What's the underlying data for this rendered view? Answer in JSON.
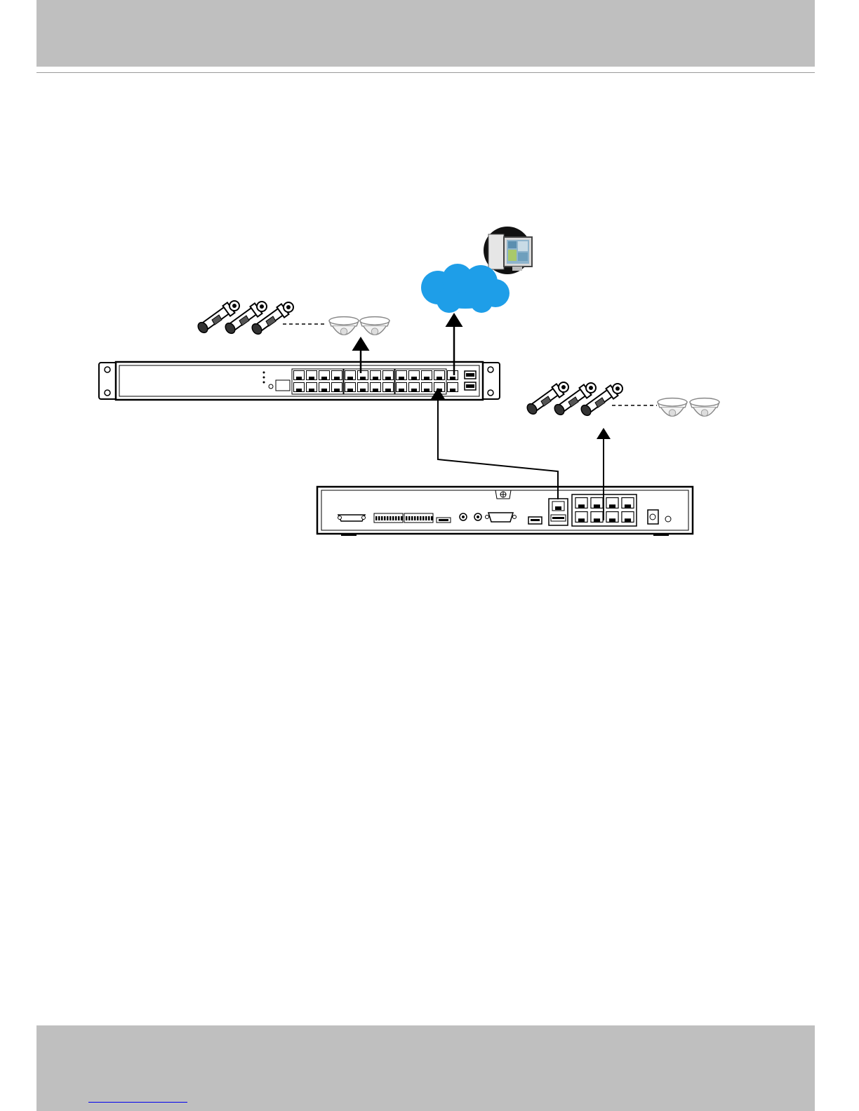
{
  "diagram": {
    "nodes": [
      {
        "id": "remote-computer",
        "icon": "computer-monitor-icon"
      },
      {
        "id": "internet",
        "icon": "cloud-icon",
        "color": "#1e9ee8"
      },
      {
        "id": "poe-switch",
        "icon": "network-switch-icon"
      },
      {
        "id": "nvr",
        "icon": "nvr-rear-panel-icon"
      },
      {
        "id": "camera-group-switch",
        "icon": "bullet-camera-icon",
        "bullet_count": 3,
        "dome_count": 2
      },
      {
        "id": "camera-group-nvr",
        "icon": "bullet-camera-icon",
        "bullet_count": 3,
        "dome_count": 2
      }
    ],
    "links": [
      {
        "from": "camera-group-switch",
        "to": "poe-switch"
      },
      {
        "from": "poe-switch",
        "to": "internet"
      },
      {
        "from": "nvr",
        "to": "poe-switch"
      },
      {
        "from": "camera-group-nvr",
        "to": "nvr"
      }
    ]
  }
}
